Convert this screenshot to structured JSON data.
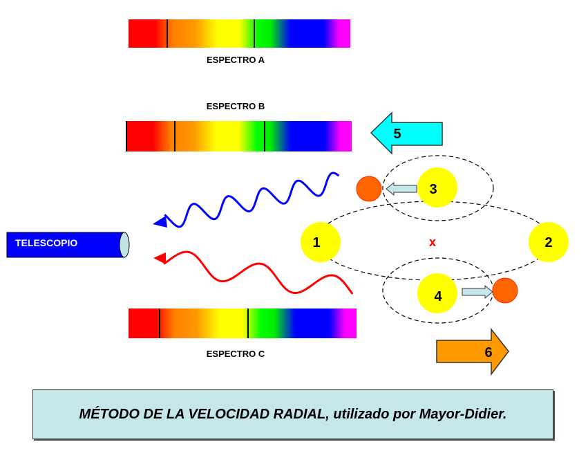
{
  "spectra": [
    {
      "label": "ESPECTRO A"
    },
    {
      "label": "ESPECTRO B"
    },
    {
      "label": "ESPECTRO C"
    }
  ],
  "telescope": {
    "label": "TELESCOPIO"
  },
  "stars": [
    "1",
    "2",
    "3",
    "4"
  ],
  "center_mark": "x",
  "arrows": {
    "left": "5",
    "right": "6"
  },
  "caption": "MÉTODO DE LA VELOCIDAD RADIAL, utilizado por Mayor-Didier.",
  "colors": {
    "star": "#ffff00",
    "planet": "#ff6600",
    "blue_wave": "#0000ff",
    "red_wave": "#ff0000",
    "arrow5": "#00ffff",
    "arrow6": "#ff9900",
    "caption_bg": "#c6e7ea"
  }
}
